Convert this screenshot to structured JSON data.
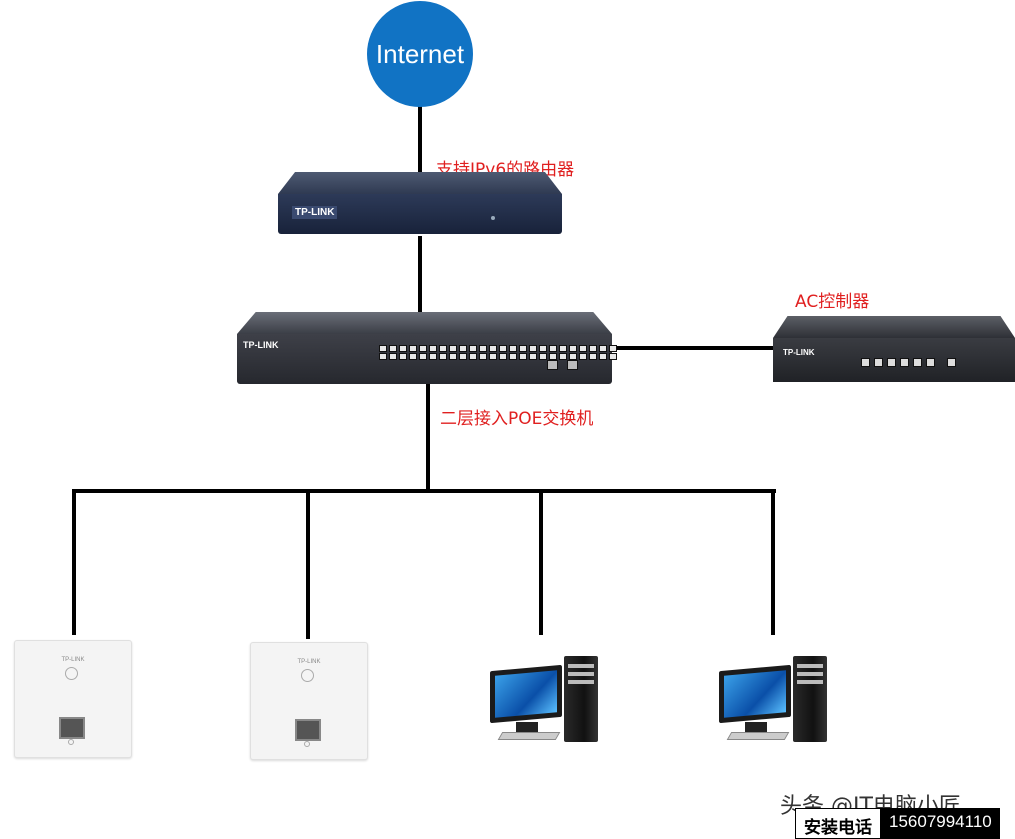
{
  "nodes": {
    "internet": {
      "label": "Internet",
      "color": "#1173c4"
    },
    "router": {
      "label": "支持IPv6的路由器",
      "brand": "TP-LINK"
    },
    "switch": {
      "label": "二层接入POE交换机",
      "brand": "TP-LINK"
    },
    "ac_controller": {
      "label": "AC控制器",
      "brand": "TP-LINK"
    },
    "access_points": [
      {
        "brand": "TP-LINK"
      },
      {
        "brand": "TP-LINK"
      }
    ],
    "computers": [
      {},
      {}
    ]
  },
  "edges": [
    {
      "from": "internet",
      "to": "router"
    },
    {
      "from": "router",
      "to": "switch"
    },
    {
      "from": "switch",
      "to": "ac_controller"
    },
    {
      "from": "switch",
      "to": "access_points.0"
    },
    {
      "from": "switch",
      "to": "access_points.1"
    },
    {
      "from": "switch",
      "to": "computers.0"
    },
    {
      "from": "switch",
      "to": "computers.1"
    }
  ],
  "colors": {
    "label_text": "#e02020",
    "wire": "#000000"
  },
  "footer": {
    "watermark": "头条 @IT电脑小匠",
    "hotline_label": "安装电话",
    "hotline_number": "15607994110"
  }
}
